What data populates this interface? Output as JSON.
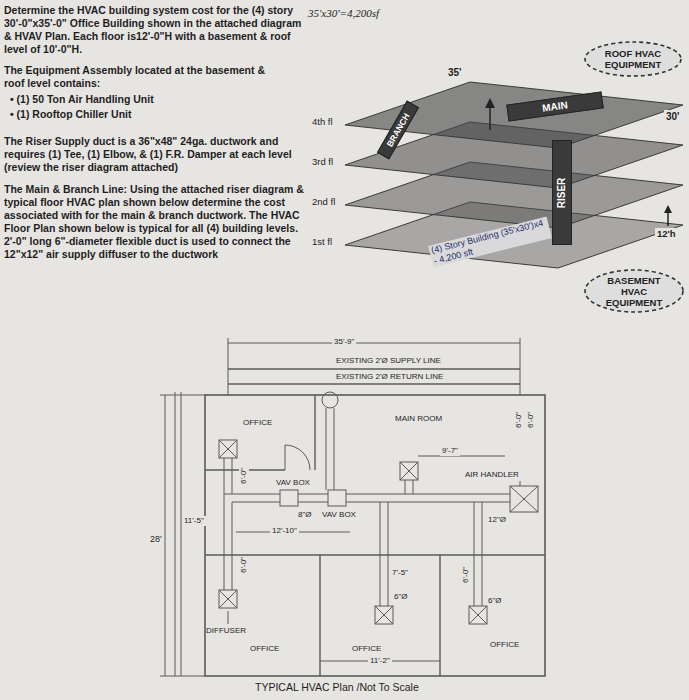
{
  "diagram": {
    "caption": "TYPICAL HVAC Plan /Not To Scale",
    "nodes": [
      {
        "text": [
          "ROOF HVAC EQUIPMENT"
        ]
      },
      {
        "text": [
          "MAIN"
        ]
      },
      {
        "text": [
          "BRANCH"
        ]
      },
      {
        "text": [
          "RISER"
        ]
      },
      {
        "text": [
          "BASEMENT HVAC EQUIPMENT"
        ]
      }
    ],
    "labels": [
      "Determine the HVAC building system cost for the (4) story 30'-0\"x35'-0\" Office Building shown in the attached diagram & HVAV Plan. Each floor is12'-0\"H with a basement & roof level of 10'-0\"H.",
      "35'x30'=4,200sf",
      "The Equipment Assembly located at the basement & roof level contains:",
      "• (1) 50 Ton Air Handling Unit",
      "• (1) Rooftop Chiller Unit",
      "The Riser Supply duct is a 36\"x48\" 24ga. ductwork and requires (1) Tee, (1) Elbow, & (1) F.R. Damper at each level (review the riser diagram attached)",
      "The Main & Branch Line: Using the attached riser diagram & typical floor HVAC plan shown below determine the cost associated with for the main & branch ductwork. The HVAC Floor Plan shown below is typical for all (4) building levels. 2'-0\" long 6\"-diameter flexible duct is used to connect the 12\"x12\" air supply diffuser to the ductwork",
      "35'",
      "30'",
      "4th fl",
      "3rd fl",
      "2nd fl",
      "1st fl",
      "12'h",
      "(4) Story Building (35'x30')x4 - 4,200 sft",
      "35'-9\"",
      "EXISTING 2'Ø SUPPLY LINE",
      "EXISTING 2'Ø RETURN LINE",
      "OFFICE",
      "MAIN ROOM",
      "9'-7\"",
      "VAV BOX",
      "8\"Ø",
      "VAV BOX",
      "AIR HANDLER",
      "12\"Ø",
      "12'-10\"",
      "11'-5\"",
      "28'",
      "6'-0\"",
      "6'-0\"",
      "7'-5\"",
      "6\"Ø",
      "6'-0\"",
      "6\"Ø",
      "DIFFUSER",
      "OFFICE",
      "OFFICE",
      "OFFICE",
      "11'-2\"",
      "6'-0\"",
      "6'-0\""
    ]
  }
}
